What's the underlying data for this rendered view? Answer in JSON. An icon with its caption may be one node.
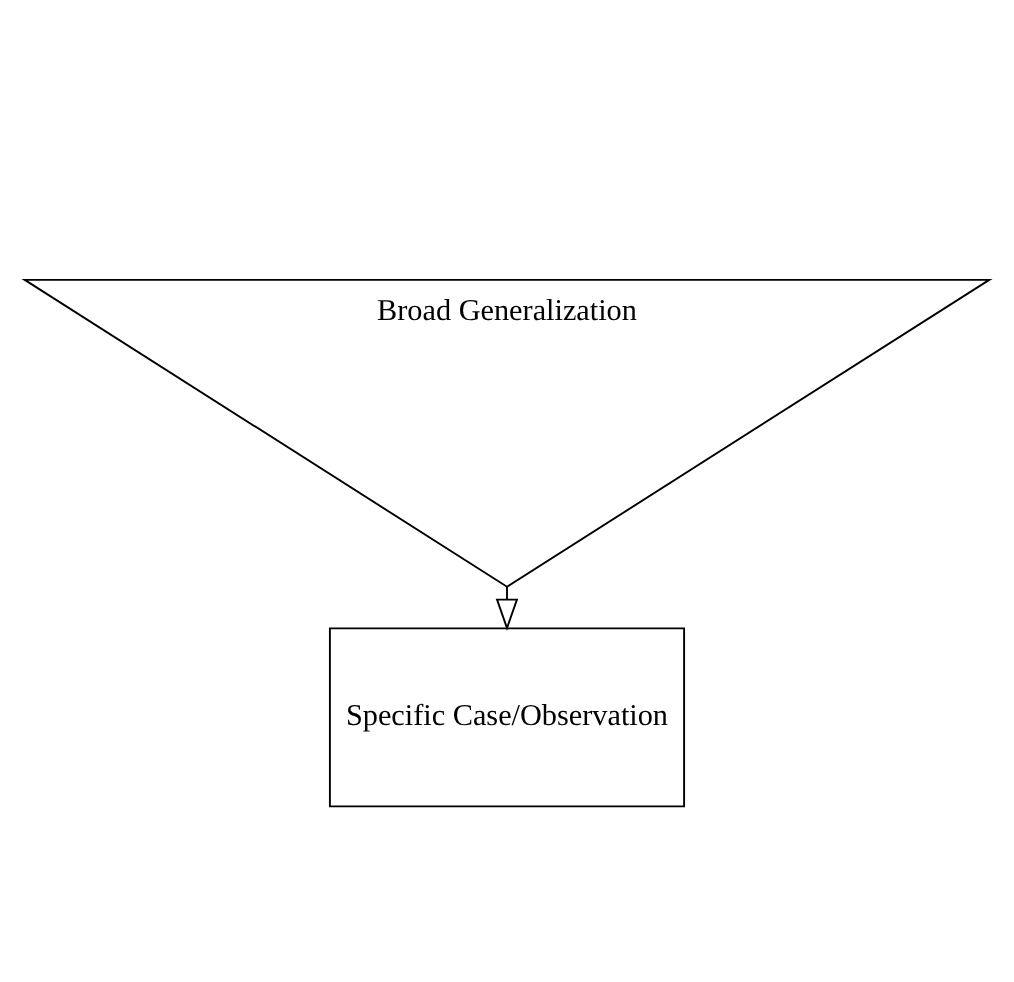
{
  "diagram": {
    "nodes": [
      {
        "text": [
          "Broad Generalization"
        ]
      },
      {
        "text": [
          "Specific Case/Observation"
        ]
      }
    ],
    "edges": [
      {
        "from": 0,
        "to": 1,
        "arrow": "to"
      }
    ]
  }
}
